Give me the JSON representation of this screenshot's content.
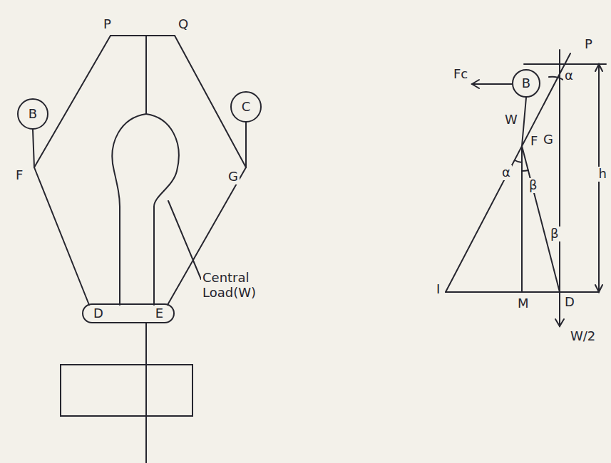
{
  "diagram": {
    "nodes": [
      {
        "text": [
          "B"
        ]
      },
      {
        "text": [
          "C"
        ]
      },
      {
        "text": [
          "D",
          "E"
        ]
      },
      {
        "text": [
          "B"
        ]
      }
    ],
    "labels": [
      "P",
      "Q",
      "F",
      "G",
      "Central Load(W)",
      "P",
      "Fc",
      "W",
      "F",
      "G",
      "α",
      "α",
      "β",
      "β",
      "I",
      "M",
      "D",
      "W/2",
      "h"
    ]
  }
}
